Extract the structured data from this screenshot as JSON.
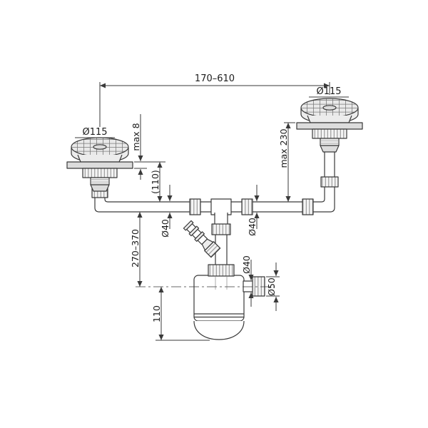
{
  "diagram": {
    "labels": {
      "span_top": "170–610",
      "left_strainer_dia": "Ø115",
      "right_strainer_dia": "Ø115",
      "sink_thickness_max": "max 8",
      "right_tailpipe_max": "max 230",
      "left_tailpipe": "(110)",
      "pipe_dia_left": "Ø40",
      "pipe_dia_right": "Ø40",
      "height_range": "270–370",
      "outlet_dia": "Ø40",
      "outlet_union_dia": "Ø50",
      "trap_bottom_height": "110"
    },
    "colors": {
      "line": "#3a3a3a",
      "dim": "#3a3a3a",
      "metal": "#dcdcdc",
      "background": "#ffffff"
    }
  }
}
